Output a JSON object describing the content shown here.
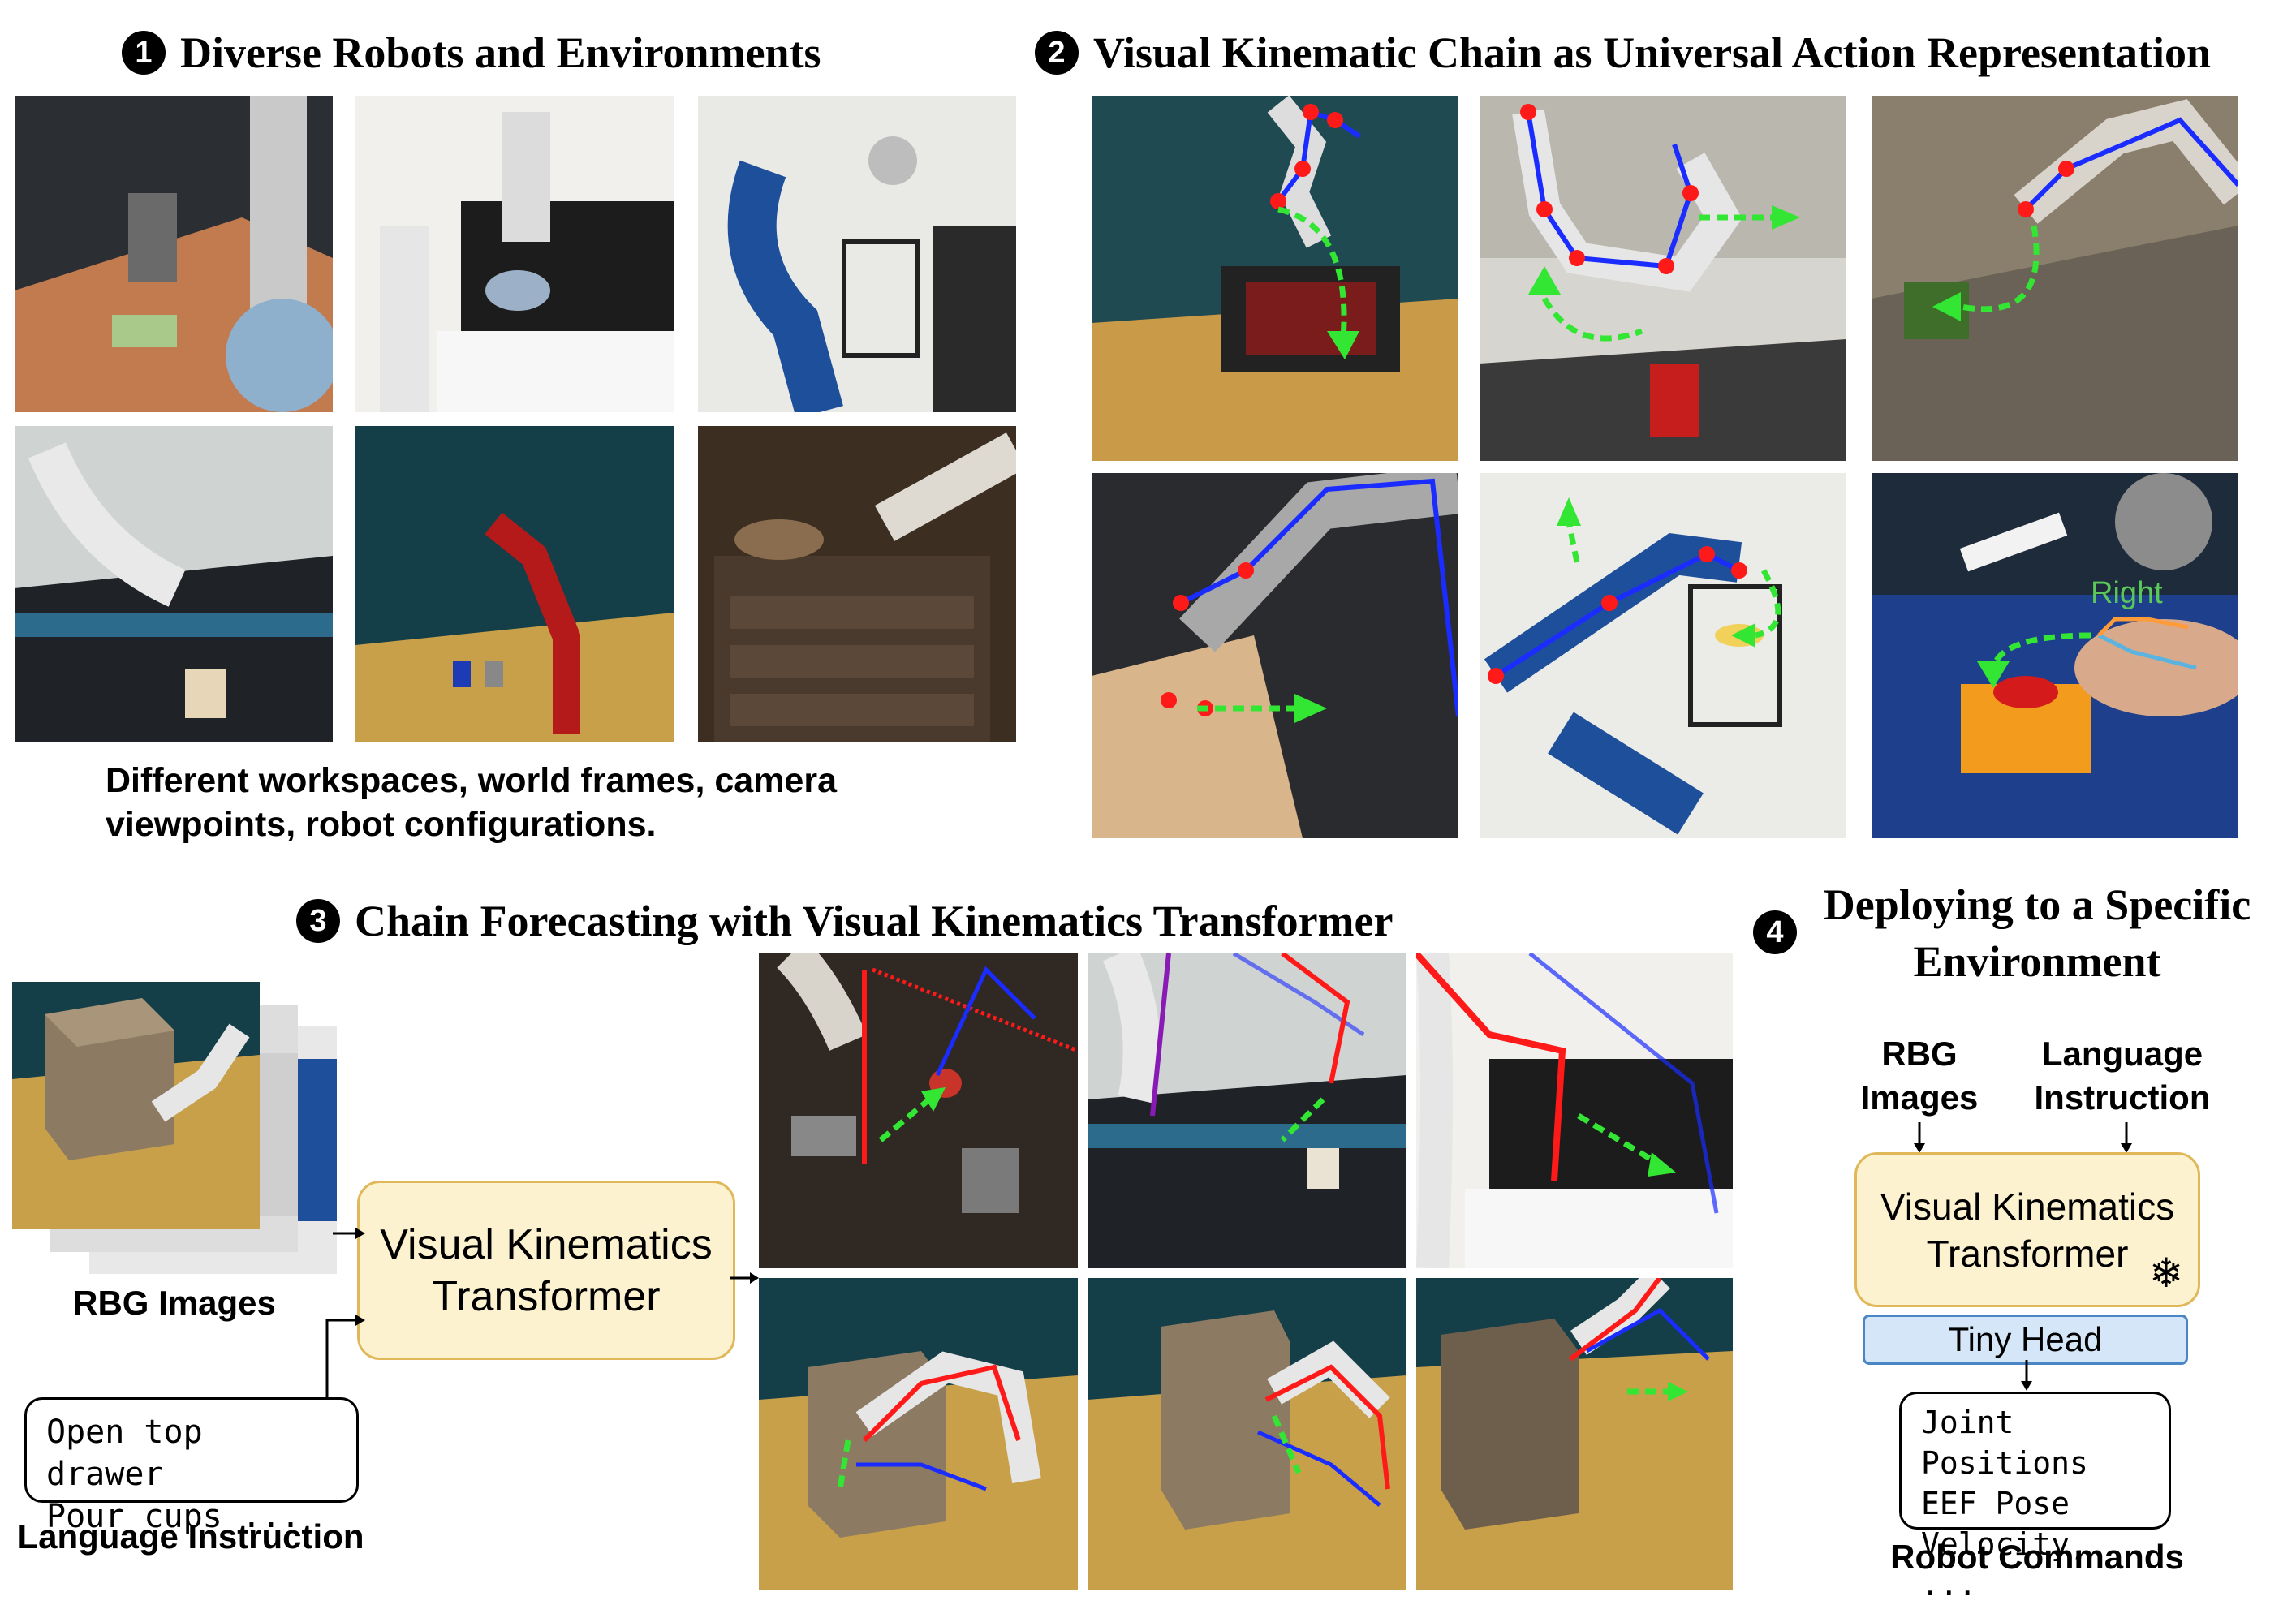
{
  "sections": {
    "s1": {
      "number": "1",
      "title": "Diverse Robots and Environments"
    },
    "s2": {
      "number": "2",
      "title": "Visual Kinematic Chain as Universal Action Representation"
    },
    "s3": {
      "number": "3",
      "title": "Chain Forecasting with Visual Kinematics Transformer"
    },
    "s4": {
      "number": "4",
      "title": "Deploying to a Specific Environment"
    }
  },
  "s1_caption": "Different workspaces, world frames, camera viewpoints, robot configurations.",
  "s2_overlay_label": "Right",
  "s3": {
    "input_images_label": "RBG Images",
    "transformer_label": "Visual Kinematics Transformer",
    "instruction_lines": [
      "Open top drawer",
      "Pour cups ..."
    ],
    "instruction_label": "Language Instruction"
  },
  "s4": {
    "input_images_label": "RBG Images",
    "input_language_label": "Language Instruction",
    "transformer_label": "Visual Kinematics Transformer",
    "frozen_icon": "snowflake-icon",
    "head_label": "Tiny Head",
    "commands_lines": [
      "Joint Positions",
      "EEF Pose",
      "Velocity, ..."
    ],
    "commands_label": "Robot Commands"
  },
  "colors": {
    "chain_blue": "#1a2cff",
    "joint_red": "#ff1a1a",
    "trajectory_green": "#33e633",
    "box_fill": "#fdf2cf",
    "box_border": "#e0b85a",
    "head_fill": "#d4e6f7"
  }
}
